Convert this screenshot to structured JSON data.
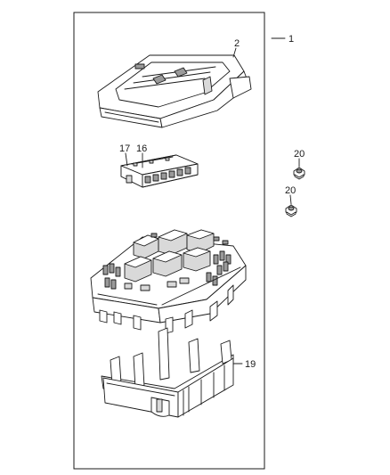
{
  "callouts": {
    "assembly": "1",
    "cover": "2",
    "relay_block_a": "17",
    "relay_block_b": "16",
    "nut_upper": "20",
    "nut_lower": "20",
    "bracket": "19"
  },
  "parts": [
    "cover-icon",
    "relay-block-icon",
    "fuse-box-icon",
    "bracket-icon",
    "nut-icon"
  ]
}
